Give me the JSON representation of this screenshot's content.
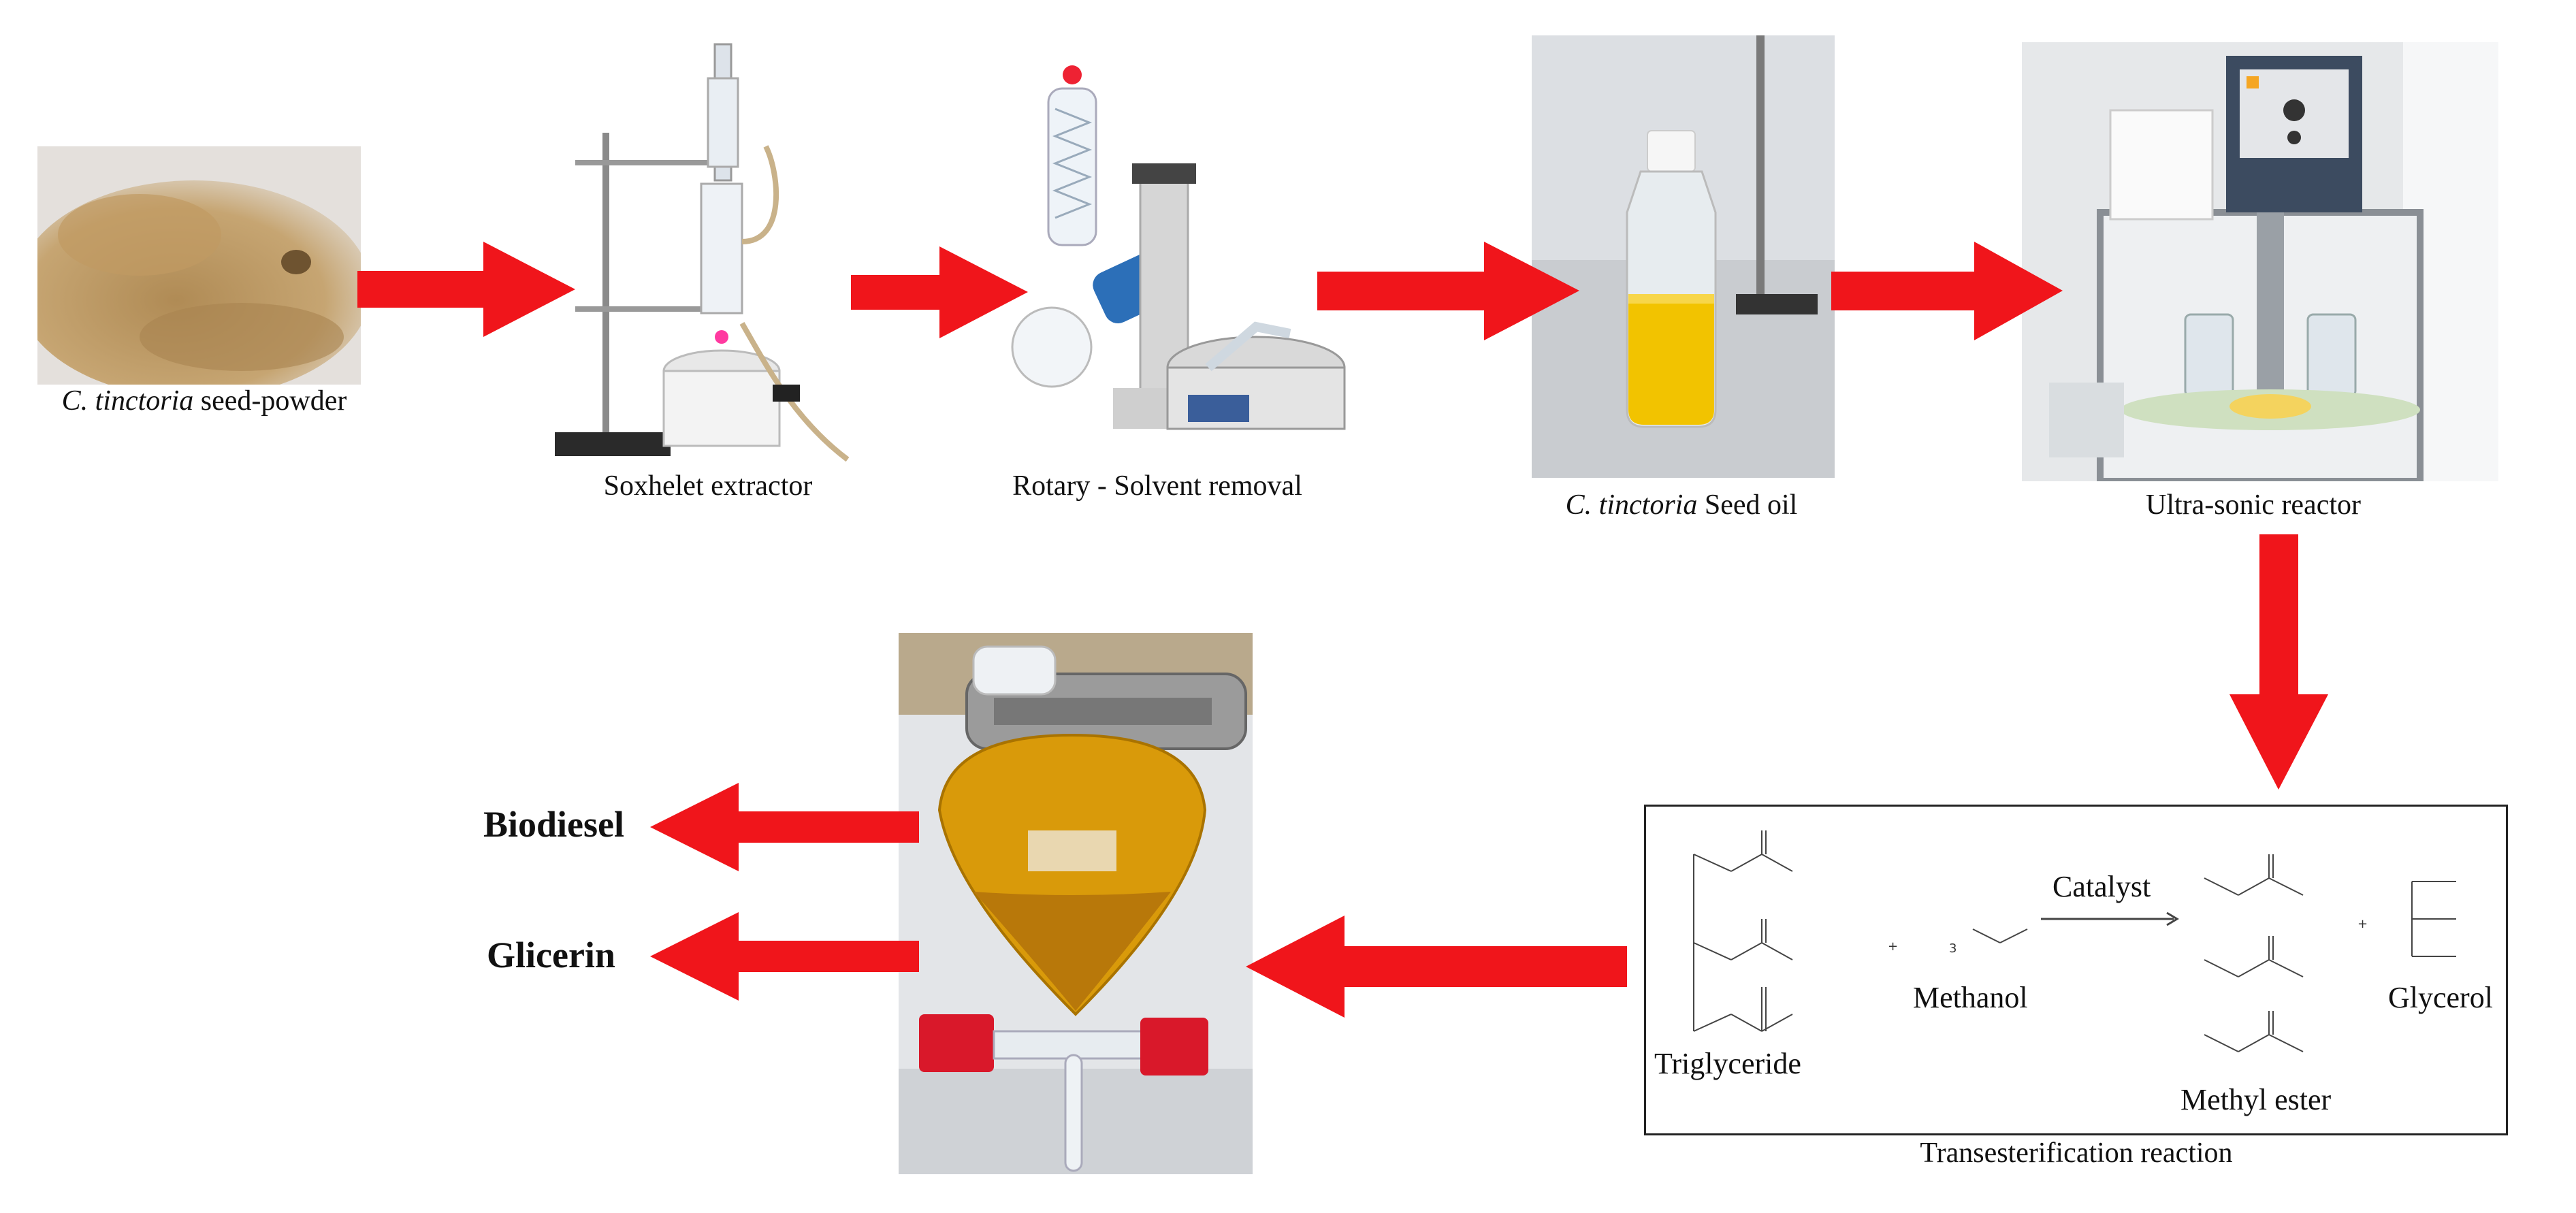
{
  "colors": {
    "arrow": "#f0151b",
    "box_border": "#222222"
  },
  "captions": {
    "seed_powder_italic": "C. tinctoria",
    "seed_powder_rest": " seed-powder",
    "soxhlet": "Soxhelet extractor",
    "rotary": "Rotary - Solvent removal",
    "seed_oil_italic": "C. tinctoria",
    "seed_oil_rest": " Seed oil",
    "ultrasonic": "Ultra-sonic reactor",
    "transesterification": "Transesterification reaction"
  },
  "outputs": {
    "biodiesel": "Biodiesel",
    "glicerin": "Glicerin"
  },
  "reaction": {
    "catalyst": "Catalyst",
    "triglyceride": "Triglyceride",
    "methanol": "Methanol",
    "methyl_ester": "Methyl ester",
    "glycerol": "Glycerol",
    "plus1": "+",
    "coef": "3",
    "plus2": "+"
  }
}
